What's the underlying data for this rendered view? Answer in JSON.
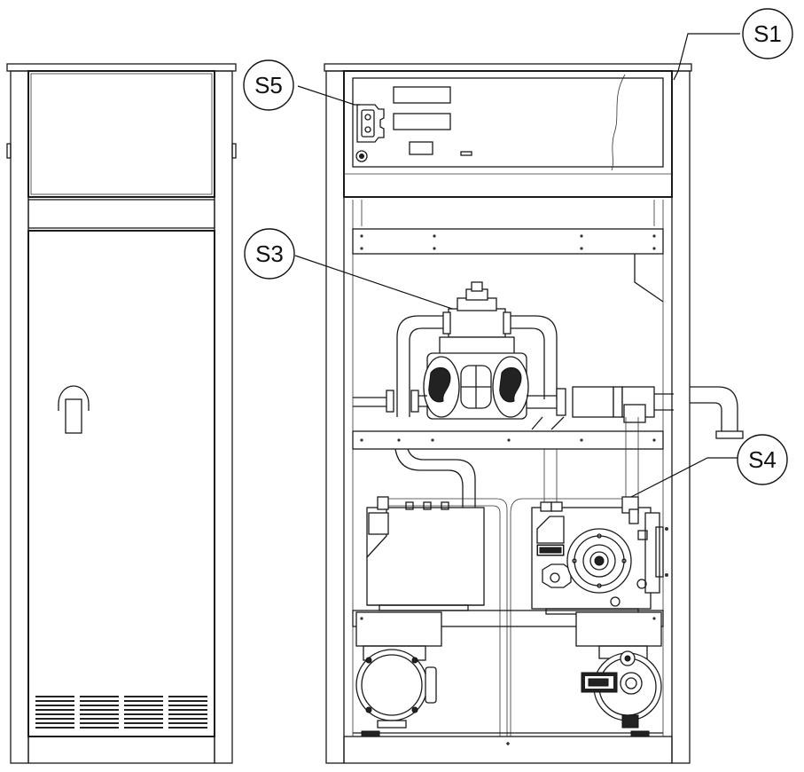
{
  "callouts": [
    {
      "id": "s1",
      "label": "S1"
    },
    {
      "id": "s5",
      "label": "S5"
    },
    {
      "id": "s3",
      "label": "S3"
    },
    {
      "id": "s4",
      "label": "S4"
    }
  ],
  "colors": {
    "line": "#1a1a1a",
    "background": "#ffffff"
  },
  "icons": {
    "brand": "trademark-badge-icon",
    "pump_label": "pump-nameplate"
  }
}
